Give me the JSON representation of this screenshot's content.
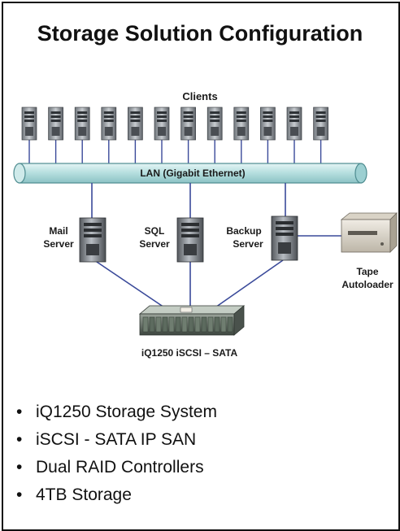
{
  "title": "Storage Solution Configuration",
  "diagram": {
    "clients_label": "Clients",
    "lan_label": "LAN (Gigabit Ethernet)",
    "servers": [
      {
        "line1": "Mail",
        "line2": "Server"
      },
      {
        "line1": "SQL",
        "line2": "Server"
      },
      {
        "line1": "Backup",
        "line2": "Server"
      }
    ],
    "tape_line1": "Tape",
    "tape_line2": "Autoloader",
    "storage_label": "iQ1250 iSCSI – SATA",
    "colors": {
      "link": "#3a4a9a",
      "lan": "#bfe4e4",
      "tower": "#9aa0a6"
    }
  },
  "bullets": [
    "iQ1250 Storage System",
    "iSCSI - SATA IP SAN",
    "Dual RAID Controllers",
    "4TB Storage"
  ]
}
